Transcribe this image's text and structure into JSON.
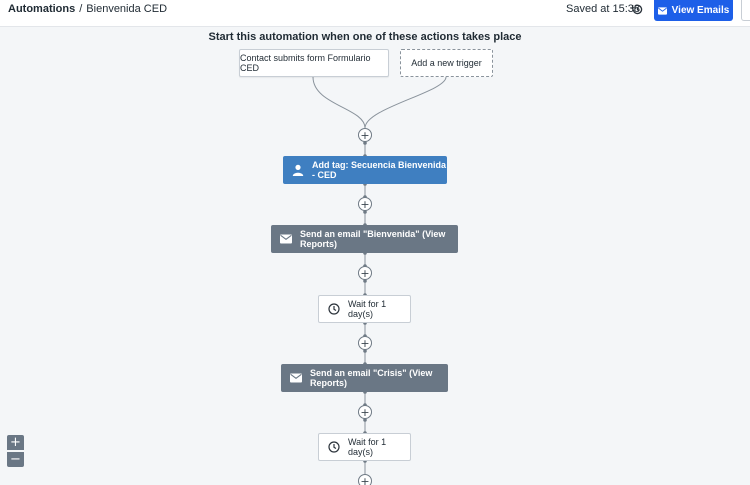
{
  "breadcrumb": {
    "root": "Automations",
    "separator": "/",
    "current": "Bienvenida CED"
  },
  "header": {
    "saved_text": "Saved at 15:38",
    "history_icon": "history-icon",
    "view_emails_label": "View Emails",
    "view_emails_icon": "envelope-icon"
  },
  "canvas": {
    "heading": "Start this automation when one of these actions takes place"
  },
  "triggers": [
    {
      "label": "Contact submits form Formulario CED"
    },
    {
      "label": "Add a new trigger"
    }
  ],
  "steps": [
    {
      "type": "tag",
      "label": "Add tag: Secuencia Bienvenida - CED",
      "icon": "user-icon"
    },
    {
      "type": "email",
      "label": "Send an email \"Bienvenida\" (View Reports)",
      "icon": "envelope-icon"
    },
    {
      "type": "wait",
      "label": "Wait for 1 day(s)",
      "icon": "clock-icon"
    },
    {
      "type": "email",
      "label": "Send an email \"Crisis\" (View Reports)",
      "icon": "envelope-icon"
    },
    {
      "type": "wait",
      "label": "Wait for 1 day(s)",
      "icon": "clock-icon"
    }
  ],
  "add_step_symbol": "+",
  "zoom": {
    "in": "+",
    "out": "−"
  },
  "colors": {
    "primary": "#1d5fe8",
    "tag_node": "#3f7fc1",
    "email_node": "#6a7785",
    "canvas_bg": "#f4f6f8"
  }
}
